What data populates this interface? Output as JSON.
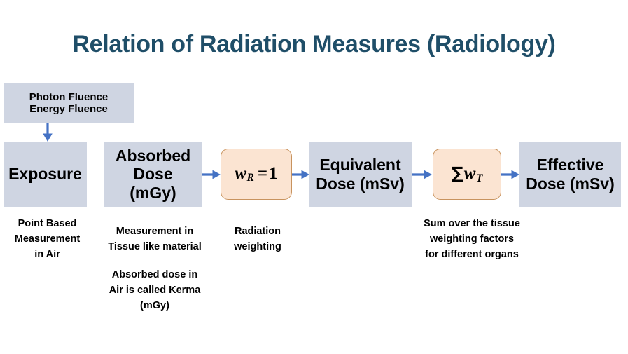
{
  "page": {
    "background": "#ffffff",
    "title": "Relation of Radiation Measures (Radiology)",
    "title_color": "#1F4E68"
  },
  "colors": {
    "node_fill": "#CFD5E2",
    "operator_fill": "#FBE4D2",
    "operator_border": "#C8935E",
    "arrow": "#4472C4",
    "text": "#000000"
  },
  "nodes": {
    "fluence": {
      "line1": "Photon Fluence",
      "line2": "Energy Fluence"
    },
    "exposure": {
      "label": "Exposure"
    },
    "absorbed_dose": {
      "line1": "Absorbed",
      "line2": "Dose",
      "line3": "(mGy)"
    },
    "radiation_weight": {
      "symbol": "w",
      "subscript": "R",
      "equals": "=",
      "value": "1",
      "label": "w_R = 1"
    },
    "equivalent_dose": {
      "line1": "Equivalent",
      "line2": "Dose (mSv)"
    },
    "tissue_weight": {
      "sigma": "∑",
      "symbol": "w",
      "subscript": "T",
      "label": "∑ w_T"
    },
    "effective_dose": {
      "line1": "Effective",
      "line2": "Dose (mSv)"
    }
  },
  "captions": {
    "exposure": {
      "line1": "Point Based",
      "line2": "Measurement",
      "line3": "in Air"
    },
    "absorbed_dose_a": {
      "line1": "Measurement in",
      "line2": "Tissue like material"
    },
    "absorbed_dose_b": {
      "line1": "Absorbed dose in",
      "line2": "Air is called Kerma",
      "line3": "(mGy)"
    },
    "radiation_weight": {
      "line1": "Radiation",
      "line2": "weighting"
    },
    "tissue_weight": {
      "line1": "Sum over the tissue",
      "line2": "weighting factors",
      "line3": "for different organs"
    }
  },
  "arrows": {
    "fluence_to_exposure": "down-arrow",
    "absorbed_to_wr": "right-arrow",
    "wr_to_equivalent": "right-arrow",
    "equivalent_to_sum": "right-arrow",
    "sum_to_effective": "right-arrow"
  }
}
